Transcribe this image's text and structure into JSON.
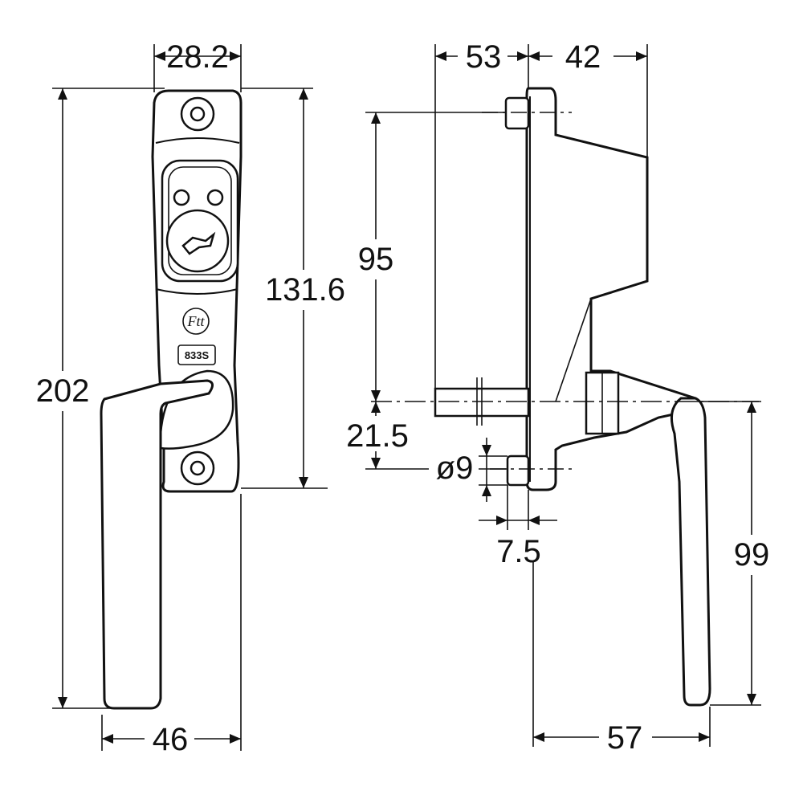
{
  "diagram": {
    "front_view": {
      "dims": {
        "width_top": "28.2",
        "height_total": "202",
        "height_plate": "131.6",
        "width_bottom": "46"
      },
      "model_label": "833S",
      "logo_text": "Ftt"
    },
    "side_view": {
      "dims": {
        "depth_left": "53",
        "depth_right": "42",
        "offset_95": "95",
        "offset_21_5": "21.5",
        "diameter": "ø9",
        "pin_width": "7.5",
        "handle_height": "99",
        "handle_depth": "57"
      }
    }
  }
}
